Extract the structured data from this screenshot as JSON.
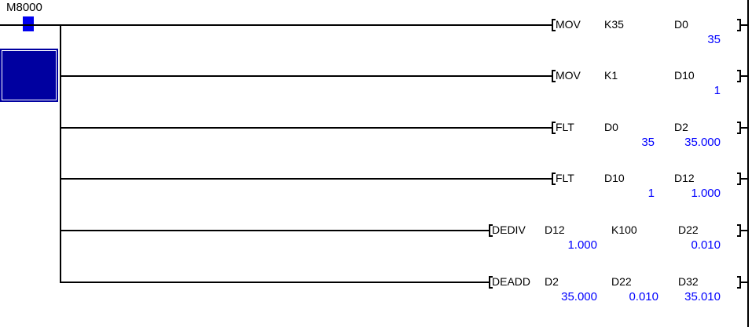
{
  "diagram": {
    "contact": {
      "device": "M8000"
    },
    "rungs": [
      {
        "mnemonic": "MOV",
        "operands": [
          {
            "label": "K35"
          },
          {
            "label": "D0",
            "value": "35"
          }
        ]
      },
      {
        "mnemonic": "MOV",
        "operands": [
          {
            "label": "K1"
          },
          {
            "label": "D10",
            "value": "1"
          }
        ]
      },
      {
        "mnemonic": "FLT",
        "operands": [
          {
            "label": "D0",
            "value": "35"
          },
          {
            "label": "D2",
            "value": "35.000"
          }
        ]
      },
      {
        "mnemonic": "FLT",
        "operands": [
          {
            "label": "D10",
            "value": "1"
          },
          {
            "label": "D12",
            "value": "1.000"
          }
        ]
      },
      {
        "mnemonic": "DEDIV",
        "operands": [
          {
            "label": "D12",
            "value": "1.000"
          },
          {
            "label": "K100"
          },
          {
            "label": "D22",
            "value": "0.010"
          }
        ]
      },
      {
        "mnemonic": "DEADD",
        "operands": [
          {
            "label": "D2",
            "value": "35.000"
          },
          {
            "label": "D22",
            "value": "0.010"
          },
          {
            "label": "D32",
            "value": "35.010"
          }
        ]
      }
    ],
    "colors": {
      "monitor_value": "#0000ff",
      "energized_contact": "#0000ee",
      "cursor": "#0000a0",
      "line": "#000000",
      "background": "#ffffff"
    }
  }
}
